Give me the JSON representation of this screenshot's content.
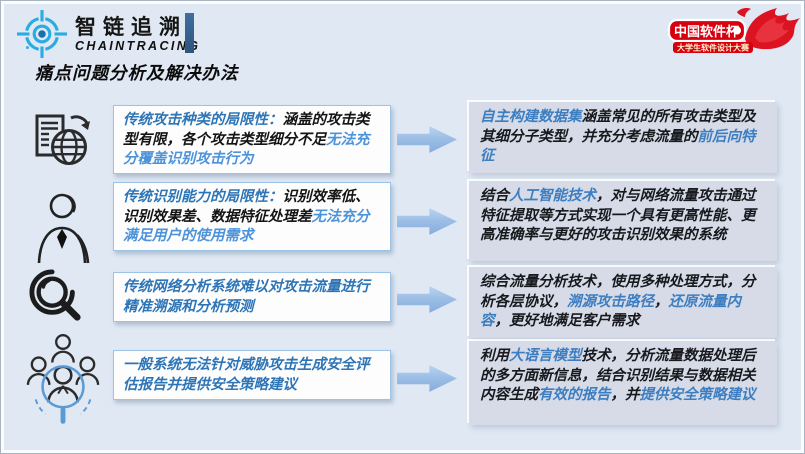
{
  "brand": {
    "name_zh": "智链追溯",
    "name_en": "CHAINTRACING",
    "logo_icon": "crosshair-target-icon",
    "logo_color": "#2aabe2"
  },
  "badge": {
    "title": "中国软件杯",
    "subtitle": "大学生软件设计大赛",
    "icon": "flame-icon",
    "color": "#d7000f"
  },
  "page_title": "痛点问题分析及解决办法",
  "colors": {
    "background": "#dfe8f3",
    "problem_heading_blue": "#2e75b6",
    "problem_emphasis_blue": "#4d93d9",
    "solution_emphasis_blue": "#3d7ec1",
    "problem_box_border": "#9dc3e6",
    "solution_box_bg": "#d6dbe7",
    "arrow_blue": "#9dbfe6"
  },
  "rows": [
    {
      "icon": "document-globe-icon",
      "problem": {
        "segments": [
          {
            "text": "传统攻击种类的局限性：",
            "style": "heading-blue"
          },
          {
            "text": "涵盖的攻击类型有限，各个攻击类型细分不足",
            "style": "black"
          },
          {
            "text": "无法充分覆盖识别攻击行为",
            "style": "emphasis-blue"
          }
        ]
      },
      "solution": {
        "segments": [
          {
            "text": "自主构建数据集",
            "style": "blue"
          },
          {
            "text": "涵盖常见的所有攻击类型及其细分子类型，并充分考虑流量的",
            "style": "black"
          },
          {
            "text": "前后向特征",
            "style": "blue"
          }
        ]
      }
    },
    {
      "icon": "person-icon",
      "problem": {
        "segments": [
          {
            "text": "传统识别能力的局限性：",
            "style": "heading-blue"
          },
          {
            "text": "识别效率低、识别效果差、数据特征处理差",
            "style": "black"
          },
          {
            "text": "无法充分满足用户的使用需求",
            "style": "emphasis-blue"
          }
        ]
      },
      "solution": {
        "segments": [
          {
            "text": "结合",
            "style": "black"
          },
          {
            "text": "人工智能技术",
            "style": "blue"
          },
          {
            "text": "，对与网络流量攻击通过特征提取等方式实现一个具有更高性能、更高准确率与更好的攻击识别效果的系统",
            "style": "black"
          }
        ]
      }
    },
    {
      "icon": "magnifier-icon",
      "problem": {
        "segments": [
          {
            "text": "传统网络分析系统难以对攻击流量进行精准溯源和分析预测",
            "style": "heading-blue"
          }
        ]
      },
      "solution": {
        "segments": [
          {
            "text": "综合流量分析技术，使用多种处理方式，分析各层协议，",
            "style": "black"
          },
          {
            "text": "溯源攻击路径",
            "style": "blue"
          },
          {
            "text": "，",
            "style": "black"
          },
          {
            "text": "还原流量内容",
            "style": "blue"
          },
          {
            "text": "，更好地满足客户需求",
            "style": "black"
          }
        ]
      }
    },
    {
      "icon": "team-search-icon",
      "problem": {
        "segments": [
          {
            "text": "一般系统无法针对威胁攻击生成安全评估报告并提供安全策略建议",
            "style": "heading-blue"
          }
        ]
      },
      "solution": {
        "segments": [
          {
            "text": "利用",
            "style": "black"
          },
          {
            "text": "大语言模型",
            "style": "blue"
          },
          {
            "text": "技术，分析流量数据处理后的多方面新信息，结合识别结果与数据相关内容生成",
            "style": "black"
          },
          {
            "text": "有效的报告",
            "style": "blue"
          },
          {
            "text": "，并",
            "style": "black"
          },
          {
            "text": "提供安全策略建议",
            "style": "blue"
          }
        ]
      }
    }
  ]
}
